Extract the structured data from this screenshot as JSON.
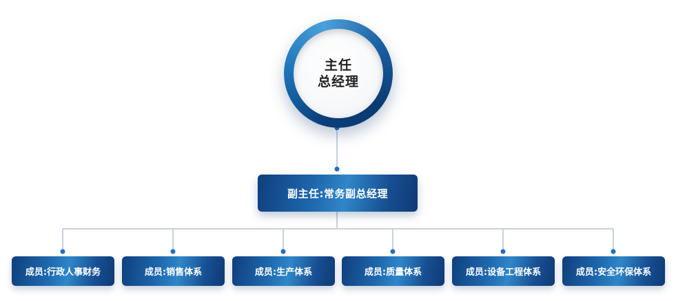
{
  "top": {
    "line1": "主任",
    "line2": "总经理"
  },
  "deputy": {
    "label": "副主任:常务副总经理"
  },
  "members": [
    {
      "label": "成员:行政人事财务"
    },
    {
      "label": "成员:销售体系"
    },
    {
      "label": "成员:生产体系"
    },
    {
      "label": "成员:质量体系"
    },
    {
      "label": "成员:设备工程体系"
    },
    {
      "label": "成员:安全环保体系"
    }
  ],
  "colors": {
    "box_primary": "#1e67ad",
    "box_dark": "#0e3a75",
    "connector": "#c9d0d8",
    "dot": "#1f6fbf"
  }
}
